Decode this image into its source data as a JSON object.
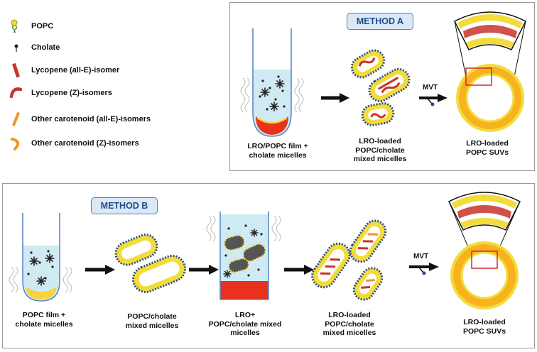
{
  "legend": {
    "popc": "POPC",
    "cholate": "Cholate",
    "lycopene_all_e": "Lycopene (all-E)-isomer",
    "lycopene_z": "Lycopene (Z)-isomers",
    "other_all_e": "Other carotenoid (all-E)-isomers",
    "other_z": "Other carotenoid (Z)-isomers"
  },
  "method_a": {
    "badge": "METHOD A",
    "step1_line1": "LRO/POPC film +",
    "step1_line2": "cholate micelles",
    "step2_line1": "LRO-loaded",
    "step2_line2": "POPC/cholate",
    "step2_line3": "mixed micelles",
    "mvt": "MVT",
    "step3_line1": "LRO-loaded",
    "step3_line2": "POPC SUVs"
  },
  "method_b": {
    "badge": "METHOD B",
    "step1_line1": "POPC film +",
    "step1_line2": "cholate micelles",
    "step2_line1": "POPC/cholate",
    "step2_line2": "mixed micelles",
    "step3_line1": "LRO+",
    "step3_line2": "POPC/cholate mixed",
    "step3_line3": "micelles",
    "step4_line1": "LRO-loaded",
    "step4_line2": "POPC/cholate",
    "step4_line3": "mixed micelles",
    "mvt": "MVT",
    "step5_line1": "LRO-loaded",
    "step5_line2": "POPC SUVs"
  },
  "colors": {
    "lipid_head": "#f2dc3c",
    "lipid_tail": "#2a4a8a",
    "lycopene": "#c8342a",
    "other_carotenoid": "#f0952a",
    "tube_liquid": "#cfeaf3",
    "red_phase": "#e8321e",
    "vesicle": "#f7b21e",
    "panel_border": "#9a9a9a",
    "badge_fill": "#dbe8f6",
    "badge_text": "#1f4e8c"
  }
}
